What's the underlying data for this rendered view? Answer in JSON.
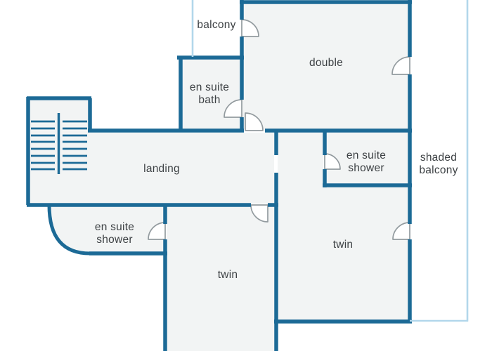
{
  "colors": {
    "wall": "#1c6a96",
    "wall-light": "#b2d7eb",
    "room-fill": "#f2f4f4",
    "door": "#939b9f",
    "label": "#3d4144",
    "background": "#ffffff"
  },
  "floor_plan": {
    "rooms": {
      "balcony": {
        "label": "balcony"
      },
      "double": {
        "label": "double"
      },
      "en_suite_bath": {
        "line1": "en suite",
        "line2": "bath"
      },
      "landing": {
        "label": "landing"
      },
      "en_suite_shower_right": {
        "line1": "en suite",
        "line2": "shower"
      },
      "shaded_balcony": {
        "line1": "shaded",
        "line2": "balcony"
      },
      "twin_right": {
        "label": "twin"
      },
      "twin_bottom": {
        "label": "twin"
      },
      "en_suite_shower_left": {
        "line1": "en suite",
        "line2": "shower"
      }
    }
  }
}
